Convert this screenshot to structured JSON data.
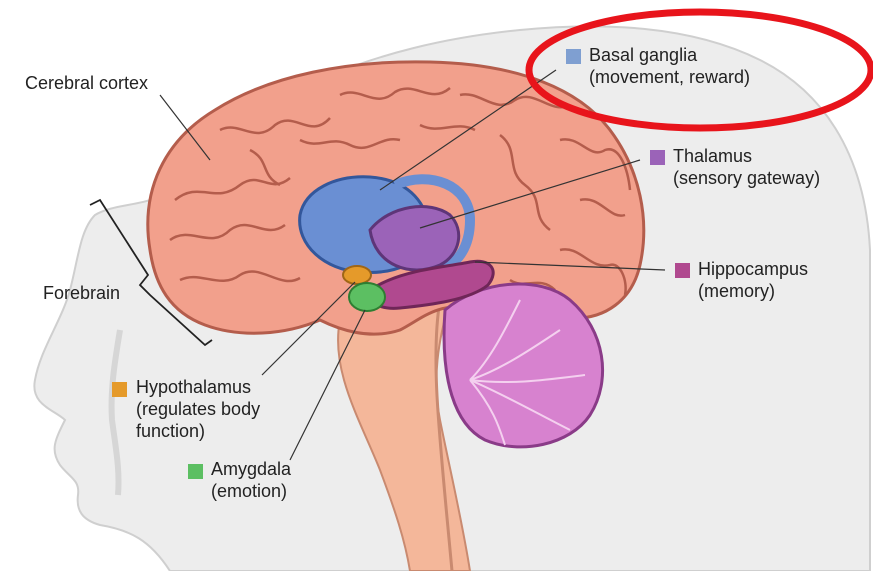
{
  "labels": {
    "cerebral_cortex": {
      "text": "Cerebral cortex"
    },
    "forebrain": {
      "text": "Forebrain"
    },
    "basal_ganglia": {
      "name": "Basal ganglia",
      "desc": "(movement, reward)",
      "color": "#7f9fd1"
    },
    "thalamus": {
      "name": "Thalamus",
      "desc": "(sensory gateway)",
      "color": "#9b63b8"
    },
    "hippocampus": {
      "name": "Hippocampus",
      "desc": "(memory)",
      "color": "#b0498f"
    },
    "hypothalamus": {
      "name": "Hypothalamus",
      "desc1": "(regulates body",
      "desc2": "function)",
      "color": "#e59a2a"
    },
    "amygdala": {
      "name": "Amygdala",
      "desc": "(emotion)",
      "color": "#5cbf62"
    }
  },
  "highlight": {
    "color": "#e8141b",
    "target": "basal_ganglia"
  }
}
